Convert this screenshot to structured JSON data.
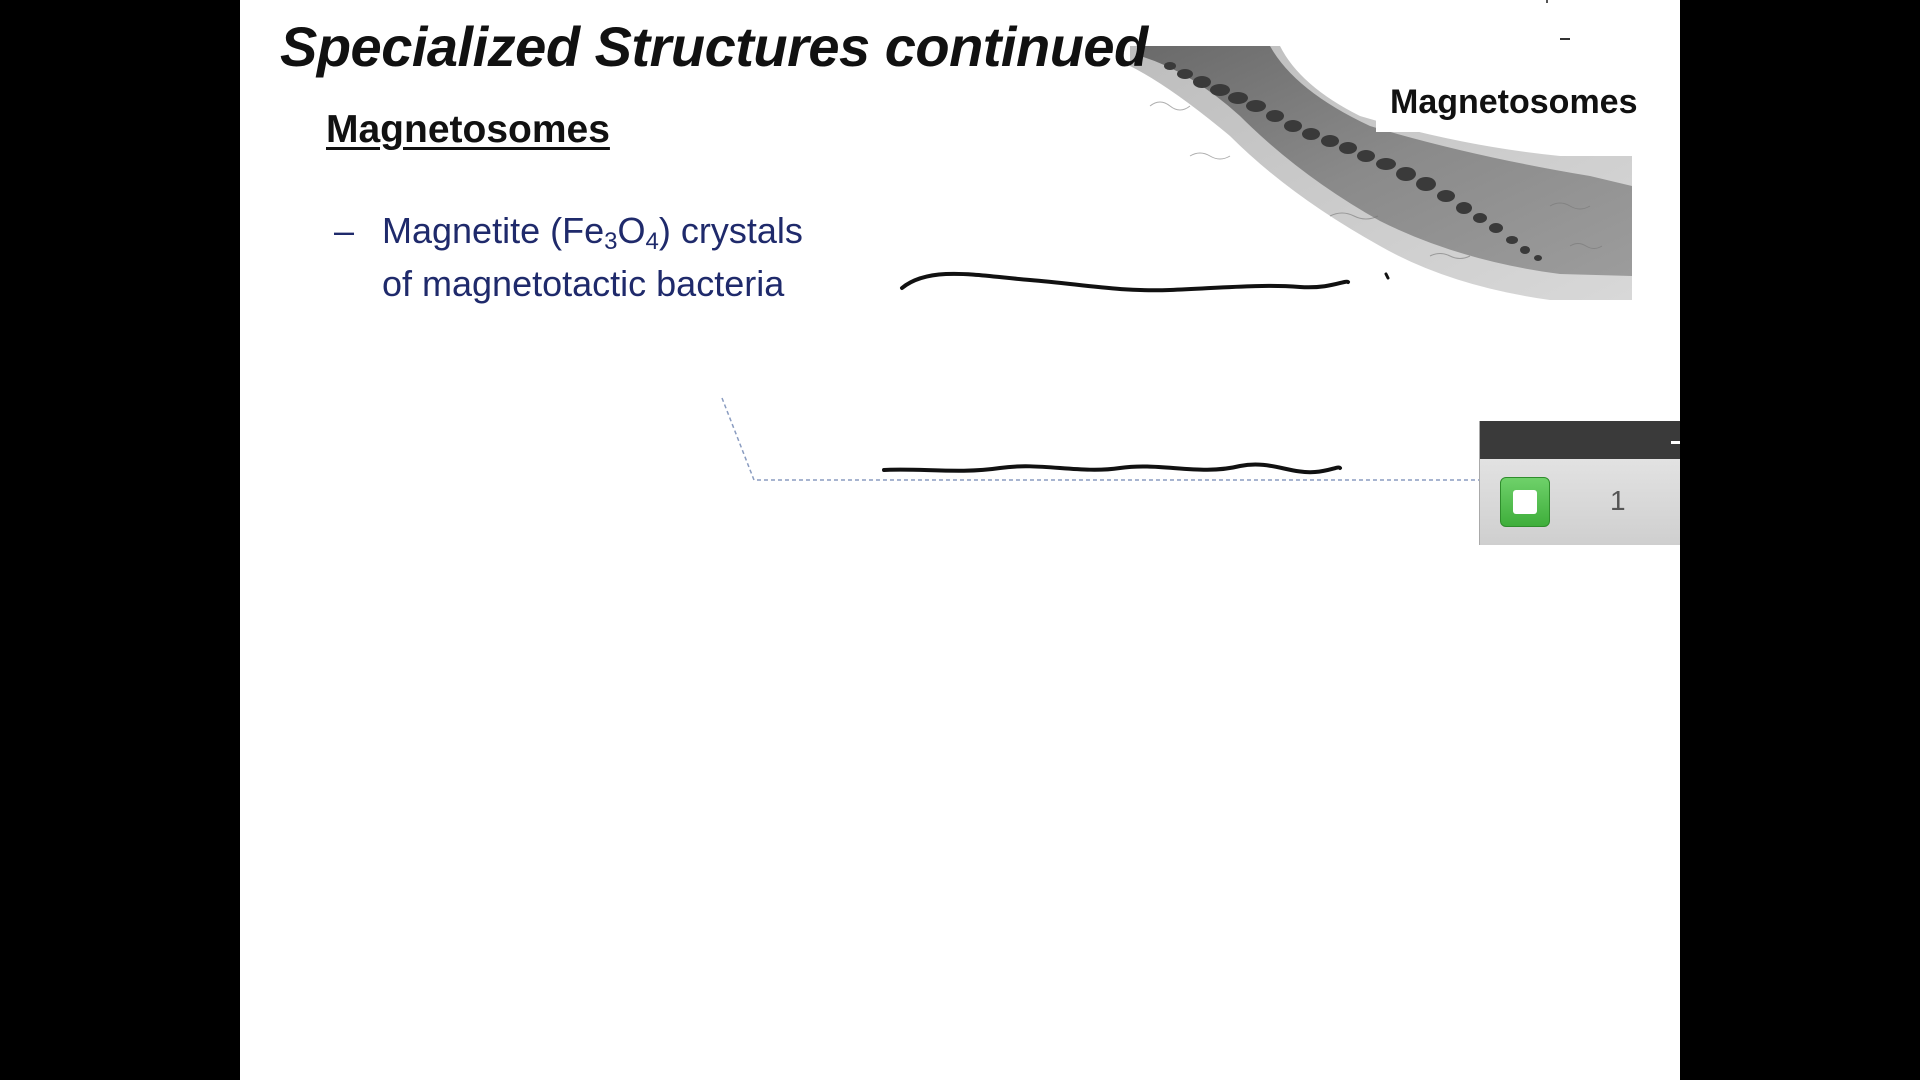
{
  "slide": {
    "title": "Specialized Structures continued",
    "subtitle": "Magnetosomes",
    "bullet": {
      "dash": "–",
      "line1_pre": "Magnetite (Fe",
      "line1_sub1": "3",
      "line1_mid": "O",
      "line1_sub2": "4",
      "line1_post": ") crystals",
      "line2": "of magnetotactic bacteria"
    },
    "image_label": "Magnetosomes"
  },
  "toolbar": {
    "page_number": "1"
  },
  "colors": {
    "background": "#000000",
    "slide": "#ffffff",
    "bullet_text": "#1f2a6b",
    "stop_button": "#4cc047"
  }
}
